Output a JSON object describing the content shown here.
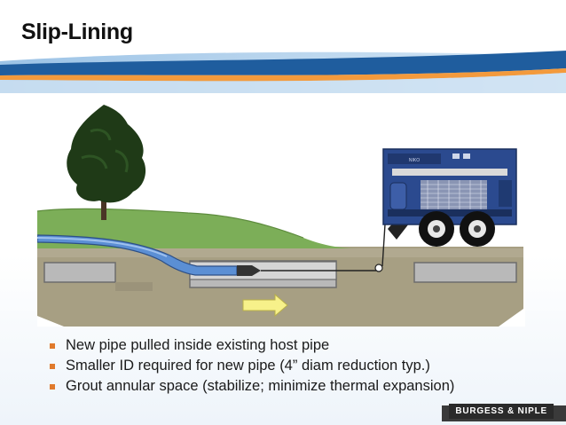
{
  "slide": {
    "title": "Slip-Lining"
  },
  "figure": {
    "truck_plate": "NIKO"
  },
  "bullets": [
    "New pipe pulled inside existing host pipe",
    "Smaller ID required for new pipe (4” diam reduction typ.)",
    "Grout annular space (stabilize; minimize thermal expansion)"
  ],
  "footer": {
    "logo_text": "BURGESS & NIPLE"
  },
  "colors": {
    "accent_bullet": "#e07a2c",
    "banner_blue": "#1f5d9e",
    "banner_orange": "#f39a3c",
    "pipe_blue": "#5b8fd4",
    "truck_blue": "#2b4a8f"
  }
}
